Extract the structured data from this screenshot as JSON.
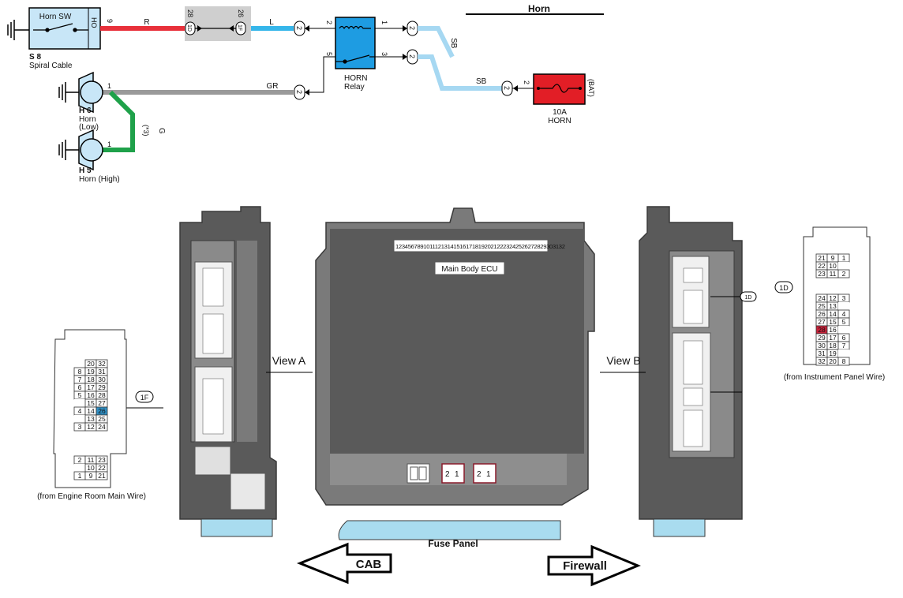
{
  "title": "Horn",
  "horn_switch": {
    "label": "Horn SW",
    "pin": "HO",
    "id": "S 8",
    "name": "Spiral Cable"
  },
  "wires": {
    "switch_wire": {
      "color": "R",
      "pin": "9"
    },
    "junction_1d": {
      "pin": "28",
      "connector": "1D"
    },
    "junction_1f": {
      "pin": "26",
      "connector": "1F"
    },
    "wire_l": "L",
    "wire_sb_top": "SB",
    "wire_sb_bottom": "SB",
    "wire_gr": "GR",
    "wire_g": "G",
    "wire_g_note": "(*3)",
    "connector_badge": "2",
    "relay_pins": {
      "p2": "2",
      "p1": "1",
      "p5": "5",
      "p3": "3"
    },
    "fuse_pin": "2",
    "horn_pin": "1"
  },
  "colors": {
    "red": "#e8303a",
    "blue": "#35b6ea",
    "light_blue": "#a6d8f2",
    "gray": "#9a9a9a",
    "green": "#1fa14a",
    "relay_fill": "#1e9ce2",
    "fuse_fill": "#e21e26",
    "dark_panel": "#5a5a5a",
    "panel_edge": "#3a3a3a",
    "connector_highlight_blue": "#2f8fc4",
    "connector_highlight_red": "#c8223a",
    "fuse_panel_fill": "#a9dcef"
  },
  "relay": {
    "name": "HORN",
    "sub": "Relay"
  },
  "fuse": {
    "amp": "10A",
    "name": "HORN",
    "source": "(BAT)"
  },
  "horns": [
    {
      "id": "H 6",
      "name": "Horn",
      "sub": "(Low)"
    },
    {
      "id": "H 5",
      "name": "Horn (High)",
      "sub": ""
    }
  ],
  "ecu": {
    "label": "Main Body ECU",
    "pins_text": "1234567891011121314151617181920212223242526272829303132",
    "fuse_panel": "Fuse Panel",
    "bottom_conn_a": [
      "2",
      "1"
    ],
    "bottom_conn_b": [
      "2",
      "1"
    ]
  },
  "views": {
    "a": "View A",
    "b": "View B"
  },
  "directions": {
    "left": "CAB",
    "right": "Firewall"
  },
  "connector_1f": {
    "badge": "1F",
    "caption": "(from Engine Room Main Wire)",
    "rows": [
      [
        "",
        "20",
        "32"
      ],
      [
        "8",
        "19",
        "31"
      ],
      [
        "7",
        "18",
        "30"
      ],
      [
        "6",
        "17",
        "29"
      ],
      [
        "5",
        "16",
        "28"
      ],
      [
        "",
        "15",
        "27"
      ],
      [
        "4",
        "14",
        "26"
      ],
      [
        "",
        "13",
        "25"
      ],
      [
        "3",
        "12",
        "24"
      ]
    ],
    "lower_rows": [
      [
        "2",
        "11",
        "23"
      ],
      [
        "",
        "10",
        "22"
      ],
      [
        "1",
        "9",
        "21"
      ]
    ],
    "highlight": "26"
  },
  "connector_1d": {
    "badge": "1D",
    "callout": "1D",
    "caption": "(from Instrument Panel Wire)",
    "top_rows": [
      [
        "21",
        "9",
        "1"
      ],
      [
        "22",
        "10",
        ""
      ],
      [
        "23",
        "11",
        "2"
      ]
    ],
    "rows": [
      [
        "24",
        "12",
        "3"
      ],
      [
        "25",
        "13",
        ""
      ],
      [
        "26",
        "14",
        "4"
      ],
      [
        "27",
        "15",
        "5"
      ],
      [
        "28",
        "16",
        ""
      ],
      [
        "29",
        "17",
        "6"
      ],
      [
        "30",
        "18",
        "7"
      ],
      [
        "31",
        "19",
        ""
      ],
      [
        "32",
        "20",
        "8"
      ]
    ],
    "highlight": "28"
  }
}
